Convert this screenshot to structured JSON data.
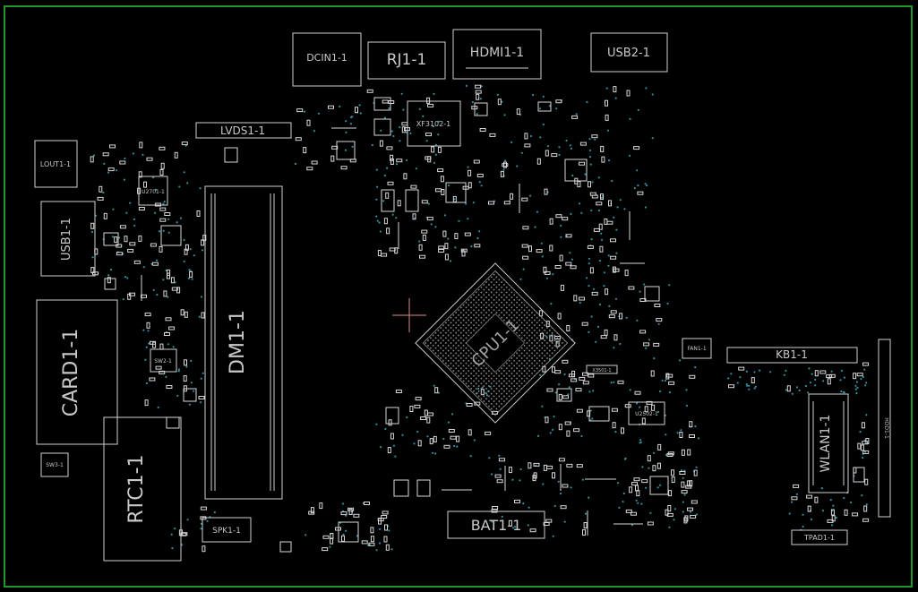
{
  "board": {
    "outline_color": "#1f9a2a",
    "part_color": "#d0d0d0",
    "label_color": "#c8c8c8",
    "via_color": "#2f8fa0",
    "cursor_color": "#d48b8b"
  },
  "labels": {
    "dcin": "DCIN1-1",
    "rj": "RJ1-1",
    "hdmi": "HDMI1-1",
    "usb2": "USB2-1",
    "lvds": "LVDS1-1",
    "lout": "LOUT1-1",
    "xf3102": "XF3102-1",
    "u2701": "U2701-1",
    "usb1": "USB1-1",
    "dm1": "DM1-1",
    "card": "CARD1-1",
    "sw2": "SW2-1",
    "rtc": "RTC1-1",
    "sw3": "SW3-1",
    "spk": "SPK1-1",
    "cpu": "CPU1-1",
    "fan": "FAN1-1",
    "kb": "KB1-1",
    "x3501": "X3501-1",
    "u2502": "U2502-1",
    "wlan": "WLAN1-1",
    "hdd": "HDD1-1",
    "bat": "BAT1-1",
    "tpad": "TPAD1-1"
  }
}
